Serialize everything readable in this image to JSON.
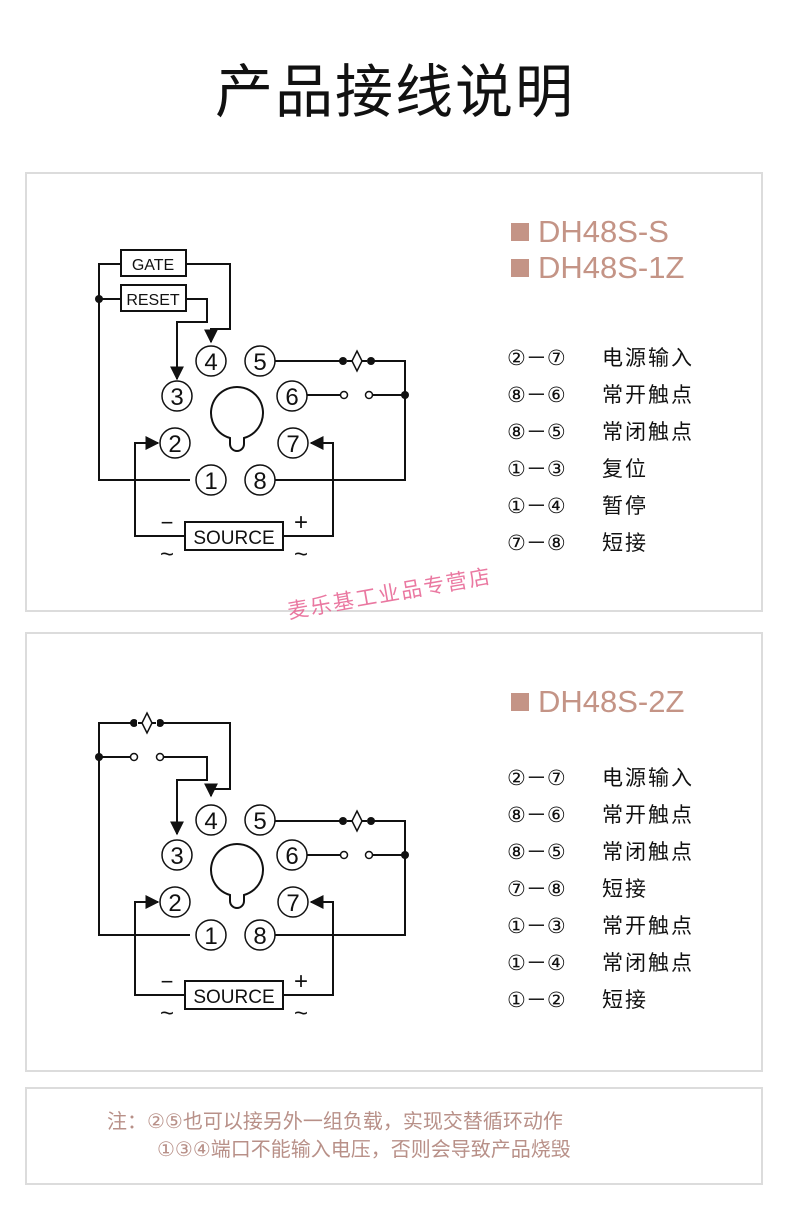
{
  "page": {
    "title": "产品接线说明"
  },
  "colors": {
    "accent": "#c49486",
    "watermark": "#e86a97",
    "note_text": "#b89088",
    "border": "#dcdcdc"
  },
  "panels": [
    {
      "models": [
        "DH48S-S",
        "DH48S-1Z"
      ],
      "diagram": {
        "top_labels": [
          "GATE",
          "RESET"
        ],
        "pins": [
          "1",
          "2",
          "3",
          "4",
          "5",
          "6",
          "7",
          "8"
        ],
        "source_label": "SOURCE",
        "minus_symbol": "−",
        "plus_symbol": "+",
        "ac_symbol": "~"
      },
      "legend": [
        {
          "pins": "②－⑦",
          "desc": "电源输入"
        },
        {
          "pins": "⑧－⑥",
          "desc": "常开触点"
        },
        {
          "pins": "⑧－⑤",
          "desc": "常闭触点"
        },
        {
          "pins": "①－③",
          "desc": "复位"
        },
        {
          "pins": "①－④",
          "desc": "暂停"
        },
        {
          "pins": "⑦－⑧",
          "desc": "短接"
        }
      ]
    },
    {
      "models": [
        "DH48S-2Z"
      ],
      "diagram": {
        "pins": [
          "1",
          "2",
          "3",
          "4",
          "5",
          "6",
          "7",
          "8"
        ],
        "source_label": "SOURCE",
        "minus_symbol": "−",
        "plus_symbol": "+",
        "ac_symbol": "~"
      },
      "legend": [
        {
          "pins": "②－⑦",
          "desc": "电源输入"
        },
        {
          "pins": "⑧－⑥",
          "desc": "常开触点"
        },
        {
          "pins": "⑧－⑤",
          "desc": "常闭触点"
        },
        {
          "pins": "⑦－⑧",
          "desc": "短接"
        },
        {
          "pins": "①－③",
          "desc": "常开触点"
        },
        {
          "pins": "①－④",
          "desc": "常闭触点"
        },
        {
          "pins": "①－②",
          "desc": "短接"
        }
      ]
    }
  ],
  "watermark": "麦乐基工业品专营店",
  "notes": {
    "line1": "注：②⑤也可以接另外一组负载，实现交替循环动作",
    "line2": "①③④端口不能输入电压，否则会导致产品烧毁"
  }
}
